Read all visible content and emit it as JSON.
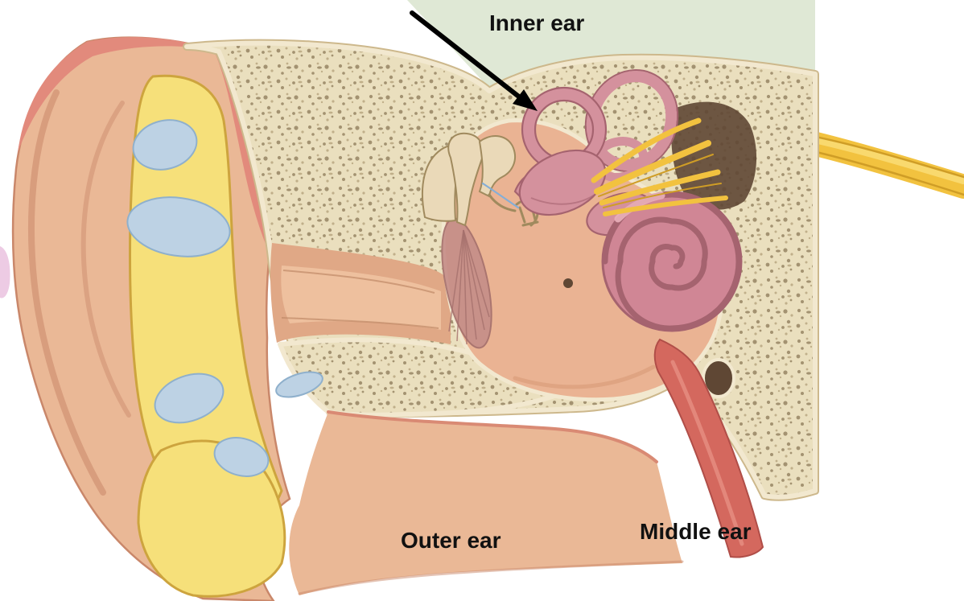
{
  "labels": {
    "inner_ear": "Inner ear",
    "outer_ear": "Outer ear",
    "middle_ear": "Middle ear"
  },
  "colors": {
    "green_backdrop": "#dfe8d5",
    "skin": "#eab896",
    "skin_outline": "#c9876a",
    "pink_rim": "#e28a7c",
    "fat": "#f6e07a",
    "fat_outline": "#cda43e",
    "cartilage": "#bdd2e4",
    "cartilage_edge": "#8fb0cc",
    "lavender": "#edcbe4",
    "bone_base": "#eadfbe",
    "bone_speckle": "#8a7856",
    "bone_speckle_light": "#b5a37d",
    "bone_edge": "#f2e8cf",
    "bone_rim": "#cdb88c",
    "canal": "#e0a886",
    "canal_light": "#f0c4a2",
    "canal_shade": "#c08a68",
    "band_edge": "#d98a74",
    "cavity": "#eab393",
    "cavity_shade": "#d79a77",
    "eardrum": "#c68f89",
    "eardrum_edge": "#a5706d",
    "ossicle": "#ead9b8",
    "ossicle_edge": "#a08a5e",
    "ligament": "#85aed6",
    "hole_dark": "#5f4734",
    "inner_ear_pink": "#d4919d",
    "inner_ear_dark": "#a5636f",
    "cochlea": "#d08695",
    "cochlea_light": "#eab0ba",
    "nerve": "#f2c23f",
    "nerve_dark": "#cf9d26",
    "nerve_light": "#f9d96e",
    "muscle": "#d4685e",
    "muscle_edge": "#b04e48",
    "muscle_light": "#e68f82",
    "label_text": "#111111",
    "arrow": "#000000"
  }
}
